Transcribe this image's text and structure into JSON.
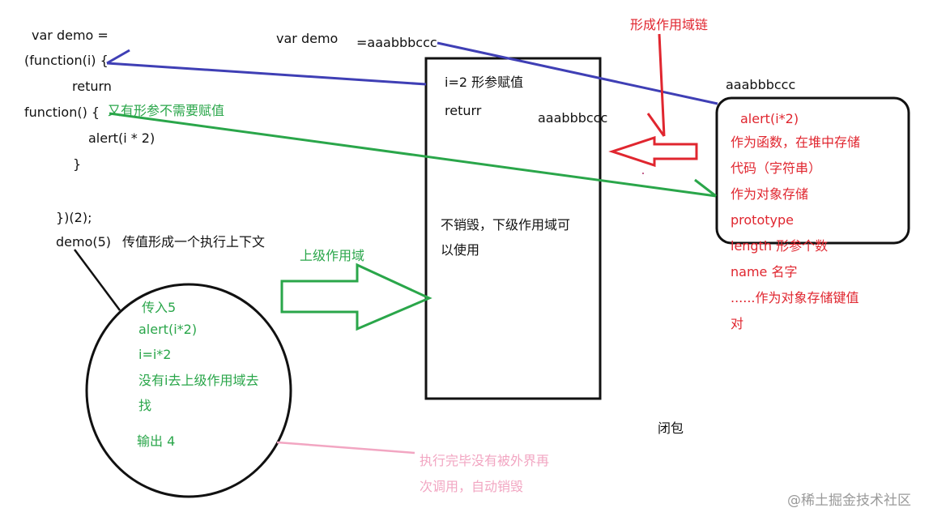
{
  "code": {
    "lines": [
      "var demo =",
      "(function(i) {",
      "return",
      "function() {",
      "alert(i * 2)",
      "}",
      "})(2);",
      "demo(5)"
    ],
    "demo5_note": "传值形成一个执行上下文",
    "inner_note": "又有形参不需要赋值"
  },
  "top": {
    "var_demo": "var demo",
    "assign": "=aaabbbccc",
    "scope_chain_label": "形成作用域链"
  },
  "scope_box": {
    "line1": "i=2  形参赋值",
    "line2": "returr",
    "address": "aaabbbccc",
    "note1": "不销毁，下级作用域可",
    "note2": "以使用"
  },
  "heap_box": {
    "address": "aaabbbccc",
    "lines": [
      "alert(i*2)",
      "作为函数，在堆中存储",
      "代码（字符串）",
      "作为对象存储",
      "prototype",
      "length  形参个数",
      "name  名字",
      "......作为对象存储键值",
      "对"
    ]
  },
  "upper_scope_label": "上级作用域",
  "circle": {
    "lines": [
      "传入5",
      "alert(i*2)",
      "i=i*2",
      "没有i去上级作用域去",
      "找",
      "输出 4"
    ]
  },
  "destroy_note": [
    "执行完毕没有被外界再",
    "次调用，自动销毁"
  ],
  "closure_label": "闭包",
  "watermark": "@稀土掘金技术社区",
  "colors": {
    "blue": "#3f3fb5",
    "green": "#2aa64a",
    "red": "#e0262f",
    "pink": "#f2a6c2",
    "black": "#111111"
  }
}
